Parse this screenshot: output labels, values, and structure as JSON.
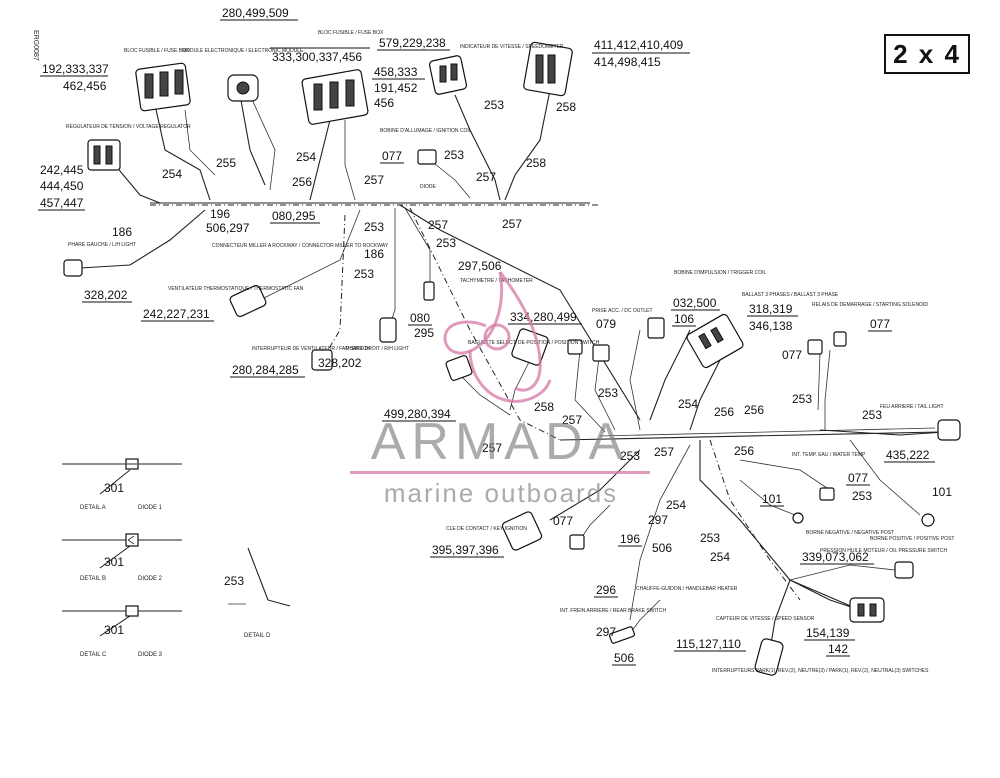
{
  "badge": "2 x 4",
  "side_code": "ERG0087",
  "logo": {
    "word": "ARMADA",
    "sub": "marine outboards",
    "accent": "#d678a5",
    "gray": "#8a8a8a"
  },
  "parts": {
    "p192": "192,333,337",
    "p462": "462,456",
    "p280a": "280,499,509",
    "p333": "333,300,337,456",
    "p579": "579,229,238",
    "p411": "411,412,410,409",
    "p414": "414,498,415",
    "p458": "458,333",
    "p191": "191,452",
    "p456": "456",
    "p242a": "242,445",
    "p444": "444,450",
    "p457": "457,447",
    "p506a": "506,297",
    "p080a": "080,295",
    "p328a": "328,202",
    "p242b": "242,227,231",
    "p280b": "280,284,285",
    "p328b": "328,202",
    "p297a": "297,506",
    "p080b": "080",
    "p295": "295",
    "p334": "334,280,499",
    "p079": "079",
    "p032": "032,500",
    "p106": "106",
    "p318": "318,319",
    "p346": "346,138",
    "p077a": "077",
    "p077b": "077",
    "p499": "499,280,394",
    "p435": "435,222",
    "p077c": "077",
    "p101a": "101",
    "p101b": "101",
    "p077d": "077",
    "p297b": "297",
    "p196b": "196",
    "p506b": "506",
    "p395": "395,397,396",
    "p296": "296",
    "p339": "339,073,062",
    "p297c": "297",
    "p506c": "506",
    "p115": "115,127,110",
    "p154": "154,139",
    "p142": "142",
    "p077e": "077",
    "p186a": "186",
    "p186b": "186",
    "p196a": "196",
    "p301a": "301",
    "p301b": "301",
    "p301c": "301",
    "p253x": "253"
  },
  "wires": {
    "w254a": "254",
    "w255": "255",
    "w254b": "254",
    "w256a": "256",
    "w257a": "257",
    "w253a": "253",
    "w257b": "257",
    "w258a": "258",
    "w253b": "253",
    "w258b": "258",
    "w257c": "257",
    "w253c": "253",
    "w253d": "253",
    "w253e": "253",
    "w257d": "257",
    "w253f": "253",
    "w254c": "254",
    "w256b": "256",
    "w256c": "256",
    "w253g": "253",
    "w253h": "253",
    "w257e": "257",
    "w258c": "258",
    "w257f": "257",
    "w253i": "253",
    "w257g": "257",
    "w256d": "256",
    "w253j": "253",
    "w254d": "254",
    "w253k": "253",
    "w254e": "254"
  },
  "details": {
    "a_label": "DETAIL A",
    "a_diode": "DIODE 1",
    "b_label": "DETAIL B",
    "b_diode": "DIODE 2",
    "c_label": "DETAIL C",
    "c_diode": "DIODE 3",
    "d_label": "DETAIL D"
  },
  "captions": {
    "fuse_box_l": "BLOC FUSIBLE / FUSE BOX",
    "elec_module": "MODULE ELECTRONIQUE / ELECTRONIC MODULE",
    "fuse_box_r": "BLOC FUSIBLE / FUSE BOX",
    "speedometer": "INDICATEUR DE VITESSE / SPEEDOMETER",
    "regulator": "REGULATEUR DE TENSION / VOLTAGE REGULATOR",
    "ign_coil": "BOBINE D'ALLUMAGE / IGNITION COIL",
    "diode": "DIODE",
    "rh_light": "PHARE GAUCHE / L/H LIGHT",
    "connector": "CONNECTEUR MILLER A ROCKWAY / CONNECTOR MILLER TO ROCKWAY",
    "fan_thermo": "VENTILATEUR THERMOSTATIQUE / THERMOSTATIC FAN",
    "fan_switch": "INTERRUPTEUR DE VENTILATEUR / FAN SWITCH",
    "rh_light2": "PHARE DROIT / R/H LIGHT",
    "tachometer": "TACHYMETRE / TACHOMETER",
    "dc_outlet": "PRISE ACC. / DC OUTLET",
    "trigger_coil": "BOBINE D'IMPULSION / TRIGGER COIL",
    "stage_ballast": "BALLAST 3 PHASES / BALLAST 3 PHASE",
    "start_relay": "RELAIS DE DEMARRAGE / STARTING SOLENOID",
    "position_switch": "BAGUETTE SELECT. DE POSITION / POSITION SWITCH",
    "tail_light": "FEU ARRIERE / TAIL LIGHT",
    "ext_temp": "INT. TEMP. EAU / WATER TEMP",
    "neg_post": "BORNE NEGATIVE / NEGATIVE POST",
    "pos_post": "BORNE POSITIVE / POSITIVE POST",
    "oil_pressure": "PRESSION HUILE MOTEUR / OIL PRESSURE SWITCH",
    "key_ignition": "CLE DE CONTACT / KEY IGNITION",
    "brake_switch": "INT. FREIN ARRIERE / REAR BRAKE SWITCH",
    "reverse_switch": "CHAUFFE-GUIDON / HANDLEBAR HEATER",
    "speed_sensor": "CAPTEUR DE VITESSE / SPEED SENSOR",
    "park_switch": "INTERRUPTEURS PARK(1), REV.(2), NEUTRE(3) / PARK(1), REV.(2), NEUTRAL(3) SWITCHES"
  }
}
